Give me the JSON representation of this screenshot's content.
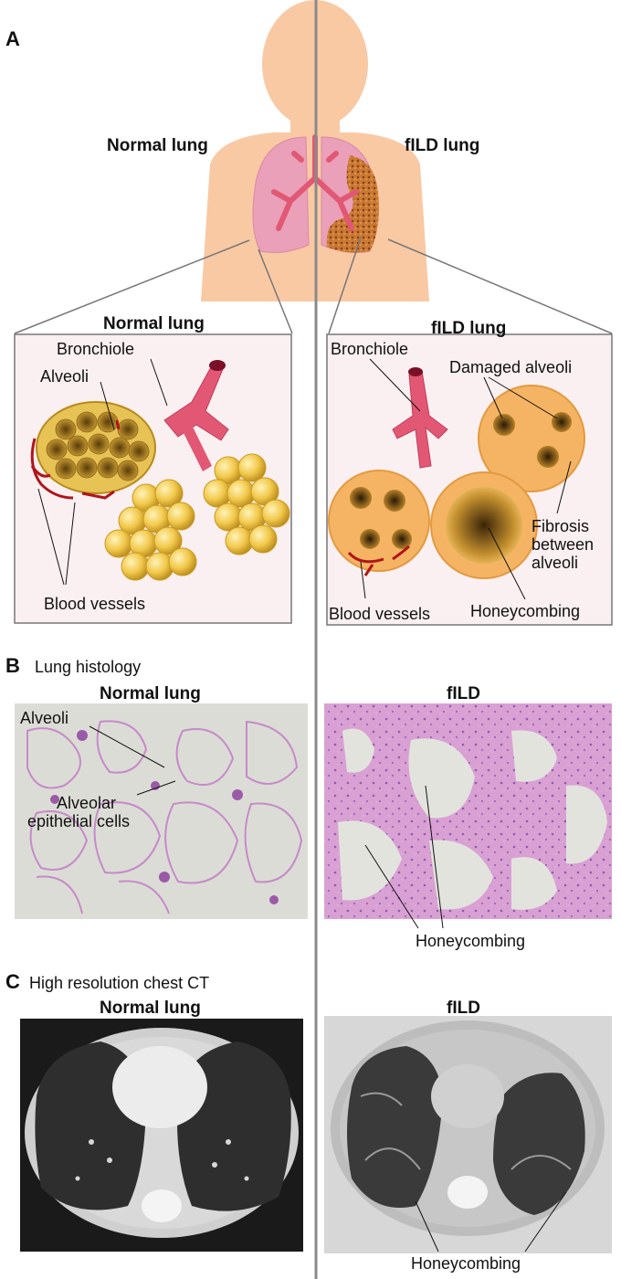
{
  "panel_a": {
    "letter": "A",
    "left_title": "Normal lung",
    "right_title": "fILD lung",
    "normal_inset": {
      "title": "Normal lung",
      "bronchiole": "Bronchiole",
      "alveoli": "Alveoli",
      "blood_vessels": "Blood vessels"
    },
    "fild_inset": {
      "title": "fILD lung",
      "bronchiole": "Bronchiole",
      "damaged_alveoli": "Damaged alveoli",
      "fibrosis_1": "Fibrosis",
      "fibrosis_2": "between",
      "fibrosis_3": "alveoli",
      "blood_vessels": "Blood vessels",
      "honeycombing": "Honeycombing"
    }
  },
  "panel_b": {
    "letter": "B",
    "title": "Lung histology",
    "normal_title": "Normal lung",
    "fild_title": "fILD",
    "alveoli": "Alveoli",
    "alveolar_1": "Alveolar",
    "alveolar_2": "epithelial cells",
    "honeycombing": "Honeycombing"
  },
  "panel_c": {
    "letter": "C",
    "title": "High resolution chest CT",
    "normal_title": "Normal lung",
    "fild_title": "fILD",
    "honeycombing": "Honeycombing"
  },
  "colors": {
    "skin": "#f9c9a4",
    "lung_pink": "#e9a0b8",
    "bronchus": "#e25874",
    "alveoli_gold": "#f2c94c",
    "fibrosis_orange": "#f5b463",
    "vessel_red": "#b0141a",
    "inset_bg": "#fbf0f1",
    "histology_pink": "#c77fc0",
    "ct_dark": "#1a1a1a"
  }
}
